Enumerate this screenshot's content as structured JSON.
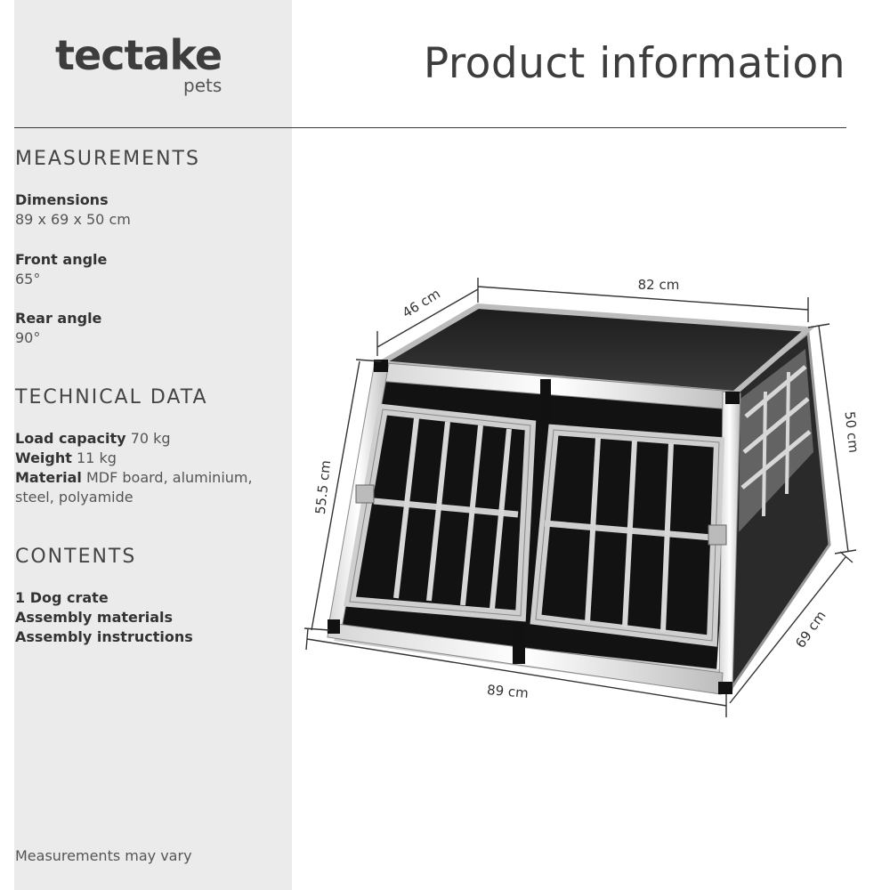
{
  "brand": {
    "name": "tectake",
    "sub": "pets"
  },
  "title": "Product information",
  "measurements": {
    "heading": "MEASUREMENTS",
    "items": [
      {
        "label": "Dimensions",
        "value": "89 x 69 x 50 cm"
      },
      {
        "label": "Front angle",
        "value": "65°"
      },
      {
        "label": "Rear angle",
        "value": "90°"
      }
    ]
  },
  "technical": {
    "heading": "TECHNICAL DATA",
    "load_label": "Load capacity",
    "load_value": "70 kg",
    "weight_label": "Weight",
    "weight_value": "11 kg",
    "material_label": "Material",
    "material_value": "MDF board, aluminium,",
    "material_value_2": "steel, polyamide"
  },
  "contents": {
    "heading": "CONTENTS",
    "items": [
      "1 Dog crate",
      "Assembly materials",
      "Assembly instructions"
    ]
  },
  "footnote": "Measurements may vary",
  "dimensions": {
    "top_depth": "46 cm",
    "top_width": "82 cm",
    "rear_height": "50 cm",
    "front_height": "55.5 cm",
    "bottom_depth": "69 cm",
    "bottom_width": "89 cm"
  }
}
